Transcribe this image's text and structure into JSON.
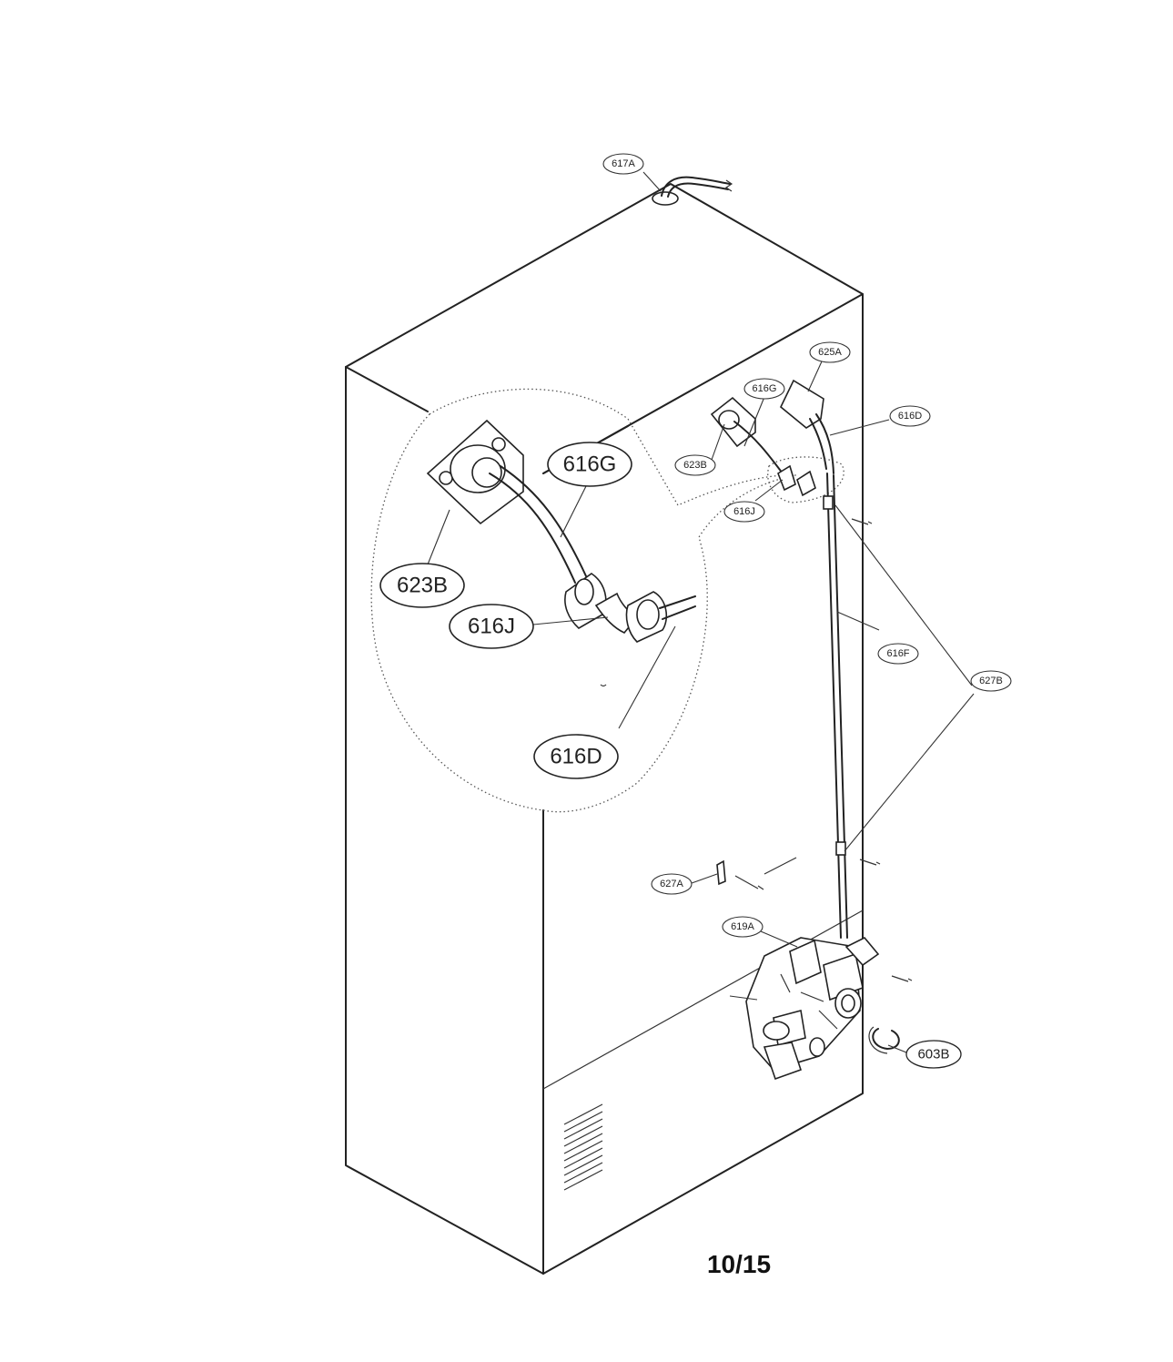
{
  "page_number": "10/15",
  "callouts": {
    "c617A": "617A",
    "c625A": "625A",
    "c616G_small": "616G",
    "c616D_small": "616D",
    "c623B_small": "623B",
    "c616J_small": "616J",
    "c616F": "616F",
    "c627B": "627B",
    "c627A": "627A",
    "c619A": "619A",
    "c603B": "603B",
    "c616G_large": "616G",
    "c623B_large": "623B",
    "c616J_large": "616J",
    "c616D_large": "616D"
  }
}
